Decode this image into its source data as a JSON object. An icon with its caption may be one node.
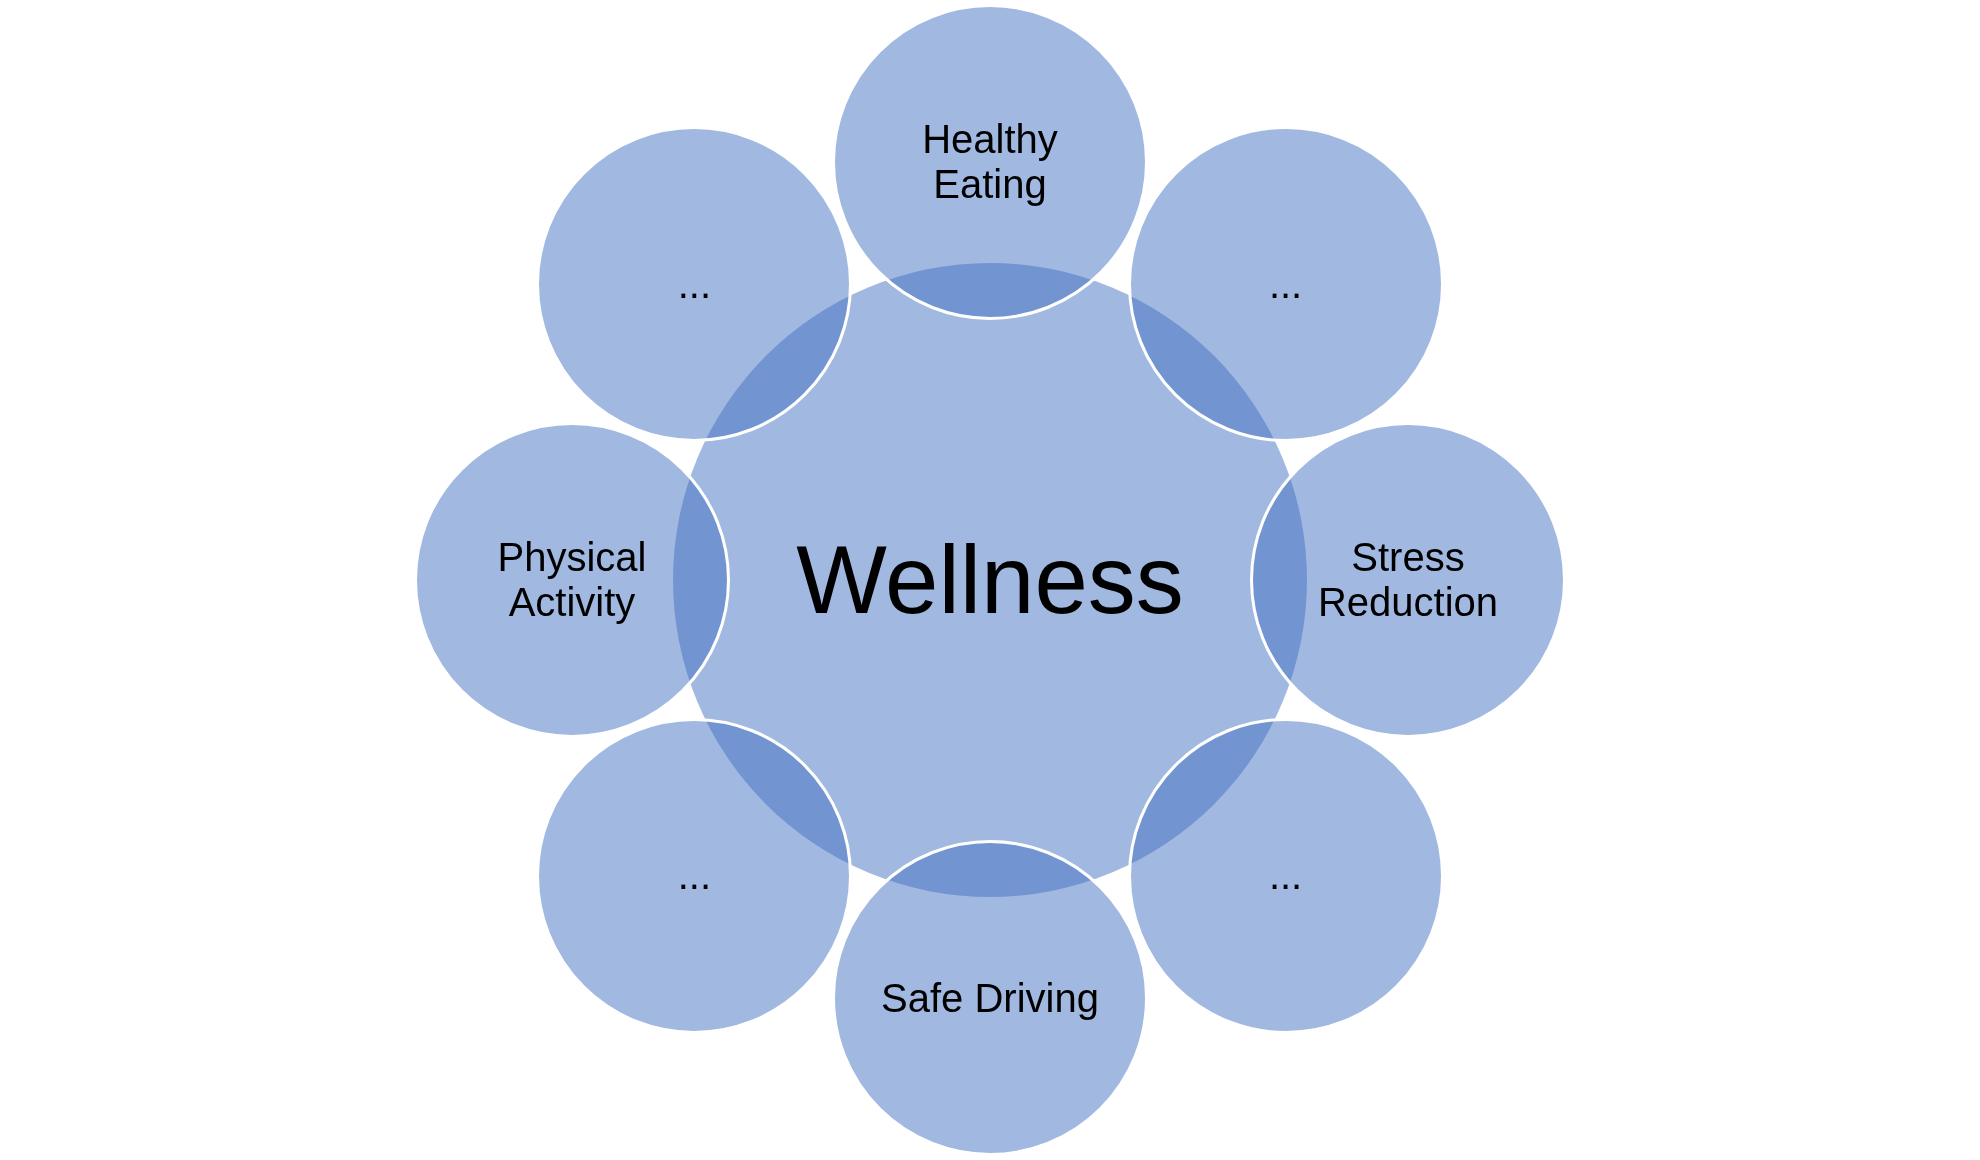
{
  "diagram": {
    "nodes": [
      {
        "text": [
          "Wellness"
        ]
      },
      {
        "text": [
          "Healthy Eating"
        ]
      },
      {
        "text": [
          "..."
        ]
      },
      {
        "text": [
          "Stress Reduction"
        ]
      },
      {
        "text": [
          "..."
        ]
      },
      {
        "text": [
          "Safe Driving"
        ]
      },
      {
        "text": [
          "..."
        ]
      },
      {
        "text": [
          "Physical Activity"
        ]
      },
      {
        "text": [
          "..."
        ]
      }
    ]
  }
}
